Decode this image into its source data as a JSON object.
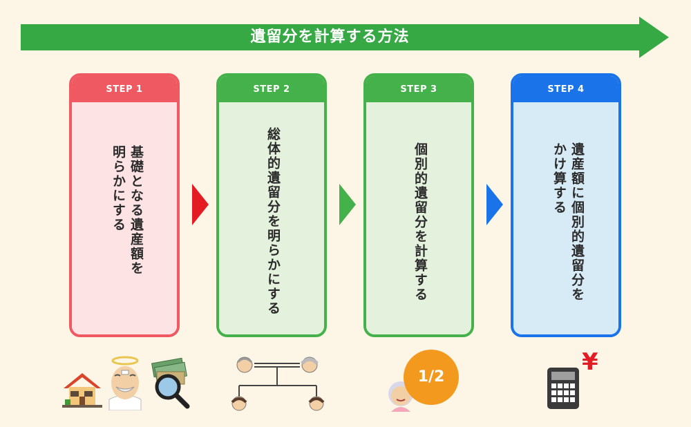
{
  "title": "遺留分を計算する方法",
  "steps": [
    {
      "label": "STEP 1",
      "text": "基礎となる遺産額を明らかにする",
      "color": "#ef5a62",
      "bg": "#fde3e4"
    },
    {
      "label": "STEP 2",
      "text": "総体的遺留分を明らかにする",
      "color": "#45b14a",
      "bg": "#e4f2dd"
    },
    {
      "label": "STEP 3",
      "text": "個別的遺留分を計算する",
      "color": "#45b14a",
      "bg": "#e4f2dd"
    },
    {
      "label": "STEP 4",
      "text": "遺産額に個別的遺留分をかけ算する",
      "color": "#1a73e8",
      "bg": "#d6ebf6"
    }
  ],
  "step1_text_lines": [
    "基礎となる遺産額を",
    "明らかにする"
  ],
  "step4_text_lines": [
    "遺産額に個別的遺留分を",
    "かけ算する"
  ],
  "fraction_badge": "1/2",
  "yen_symbol": "¥",
  "icons": [
    "house-icon",
    "deceased-elder-icon",
    "magnifier-money-icon",
    "family-tree-icon",
    "elderly-woman-icon",
    "calculator-icon",
    "yen-icon"
  ],
  "colors": {
    "title_arrow": "#36a844",
    "background": "#fdf6e6",
    "badge": "#f39a1e"
  }
}
